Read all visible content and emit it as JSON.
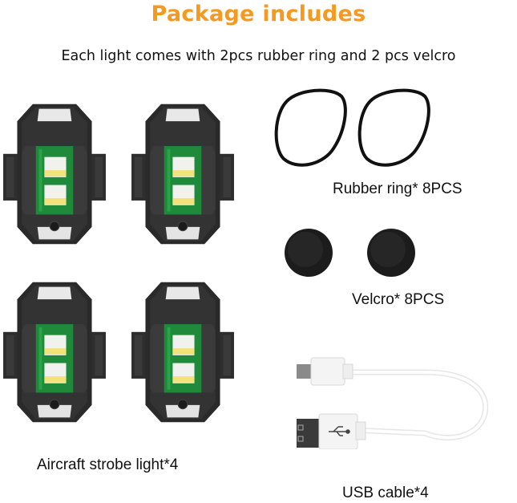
{
  "header": {
    "title": "Package includes",
    "subtitle": "Each light comes with 2pcs rubber ring and 2 pcs velcro"
  },
  "items": {
    "strobe_light": {
      "label": "Aircraft strobe light*4",
      "count_shown": 4
    },
    "rubber_ring": {
      "label": "Rubber ring* 8PCS",
      "count_shown": 2
    },
    "velcro": {
      "label": "Velcro* 8PCS",
      "count_shown": 2
    },
    "usb_cable": {
      "label": "USB cable*4",
      "count_shown": 1
    }
  },
  "colors": {
    "title": "#f59a1f",
    "text": "#111111",
    "light_body": "#2b2b2b",
    "pcb_green": "#1f8a3a",
    "led_yellow": "#f2e27a"
  }
}
